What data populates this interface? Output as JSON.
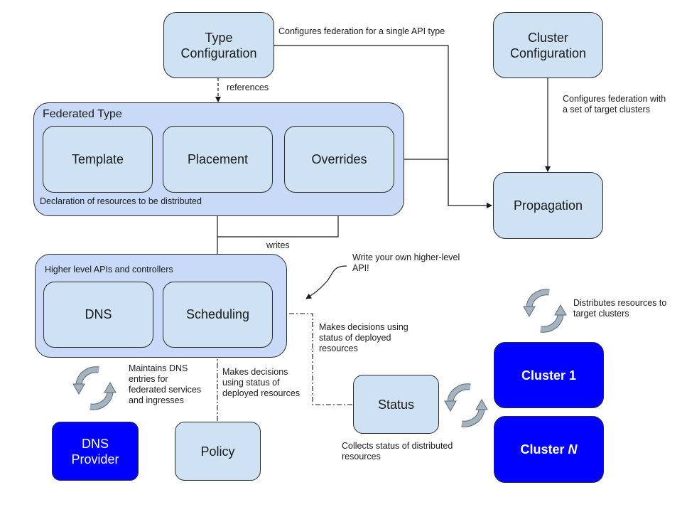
{
  "nodes": {
    "type_configuration": "Type\nConfiguration",
    "cluster_configuration": "Cluster\nConfiguration",
    "federated_type": "Federated Type",
    "template": "Template",
    "placement": "Placement",
    "overrides": "Overrides",
    "propagation": "Propagation",
    "higher_level_group": "Higher level APIs and controllers",
    "dns": "DNS",
    "scheduling": "Scheduling",
    "status": "Status",
    "policy": "Policy",
    "dns_provider": "DNS\nProvider",
    "cluster_1": "Cluster 1",
    "cluster_n_prefix": "Cluster ",
    "cluster_n_italic": "N"
  },
  "labels": {
    "configures_api_type": "Configures federation for a single API type",
    "references": "references",
    "configures_clusters": "Configures federation with\na set of target clusters",
    "declaration": "Declaration of resources to be distributed",
    "writes": "writes",
    "write_your_own": "Write your own higher-level\nAPI!",
    "distributes": "Distributes resources to\ntarget clusters",
    "makes_decisions_status": "Makes decisions using\nstatus of deployed\nresources",
    "maintains_dns": "Maintains DNS\nentries for\nfederated services\nand ingresses",
    "makes_decisions_policy": "Makes decisions\nusing status of\ndeployed resources",
    "collects_status": "Collects status of distributed\nresources"
  },
  "colors": {
    "light_box": "#cfe2f3",
    "group_box": "#c9daf8",
    "dark_box": "#0000ff",
    "cycle_icon": "#a4b3bd"
  }
}
